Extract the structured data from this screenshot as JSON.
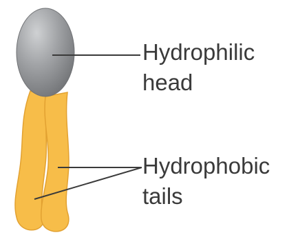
{
  "labels": {
    "head": {
      "line1": "Hydrophilic",
      "line2": "head"
    },
    "tails": {
      "line1": "Hydrophobic",
      "line2": "tails"
    }
  },
  "colors": {
    "head_fill": "#8c8e91",
    "head_highlight": "#c4c6c8",
    "tail_fill": "#f7bd49",
    "tail_stroke": "#e2a131",
    "leader_line": "#3a3a3a",
    "text": "#3a3a3a"
  }
}
